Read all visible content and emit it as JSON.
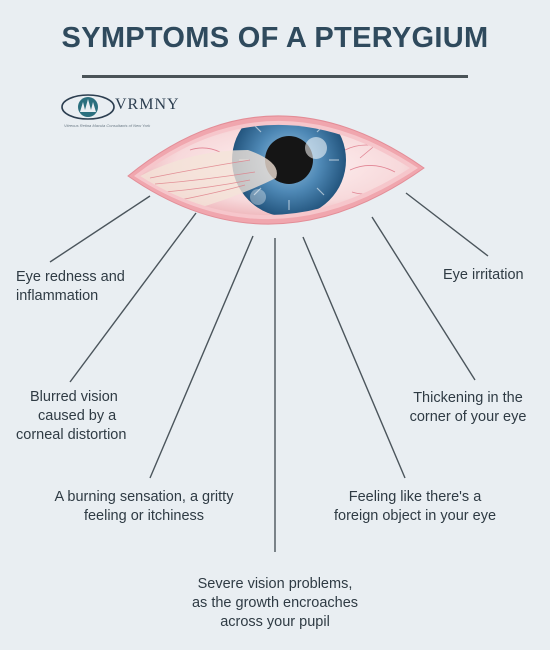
{
  "title": "SYMPTOMS OF A PTERYGIUM",
  "logo": {
    "name": "VRMNY",
    "tagline": "Vitreous Retina Macula Consultants of New York"
  },
  "colors": {
    "title": "#2f4a5d",
    "iris": "#2f6a95",
    "sclera": "#f6d6d8",
    "lid": "#f2a9b0"
  },
  "symptoms": [
    {
      "line1": "Eye redness and",
      "line2": "inflammation",
      "line3": ""
    },
    {
      "line1": "Blurred vision",
      "line2": "caused by a",
      "line3": "corneal distortion"
    },
    {
      "line1": "A burning sensation, a gritty",
      "line2": "feeling or itchiness",
      "line3": ""
    },
    {
      "line1": "Severe vision problems,",
      "line2": "as the growth encroaches",
      "line3": "across your pupil"
    },
    {
      "line1": "Feeling like there's a",
      "line2": "foreign object in your eye",
      "line3": ""
    },
    {
      "line1": "Thickening in the",
      "line2": "corner of your eye",
      "line3": ""
    },
    {
      "line1": "Eye irritation",
      "line2": "",
      "line3": ""
    }
  ]
}
